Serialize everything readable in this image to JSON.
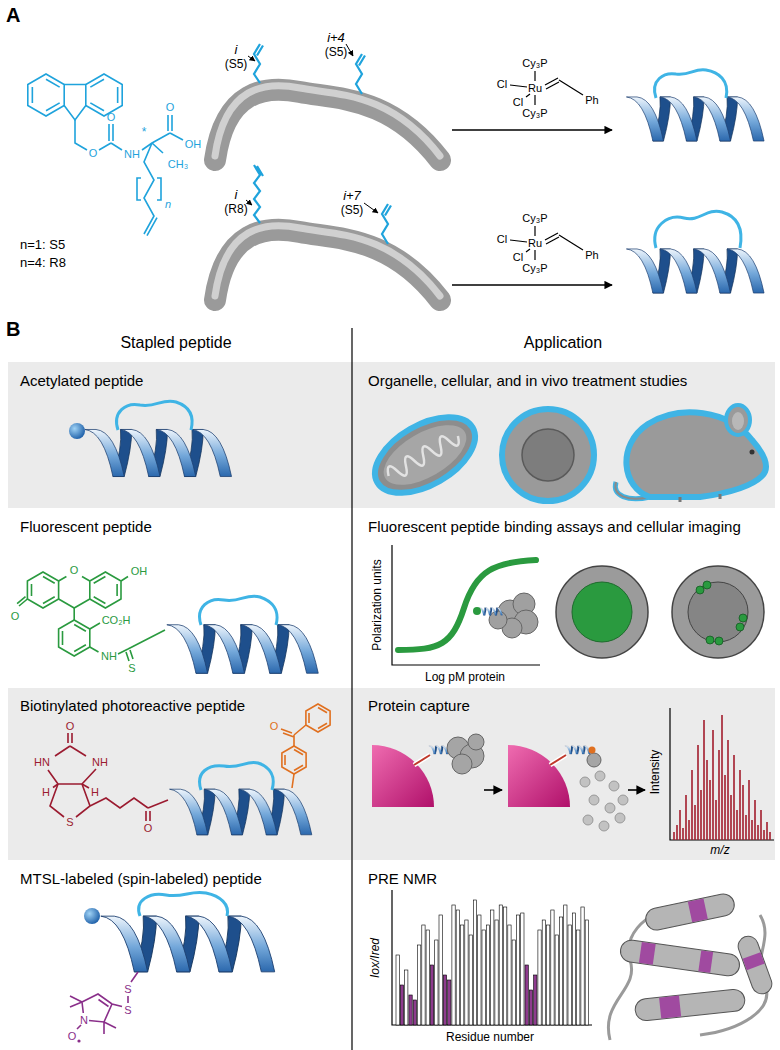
{
  "diagram": {
    "nodes": [
      {
        "text": [
          "Acetylated peptide",
          "Organelle, cellular, and in vivo treatment studies"
        ]
      },
      {
        "text": [
          "Biotinylated photoreactive peptide",
          "Protein capture"
        ]
      }
    ],
    "labels": [
      "A",
      "O",
      "O",
      "NH",
      "*",
      "O",
      "OH",
      "CH₃",
      "n",
      "n=1: S5",
      "n=4: R8",
      "i",
      "(S5)",
      "i+4",
      "(S5)",
      "Cy₃P",
      "Cl",
      "Ru",
      "Cl",
      "Ph",
      "Cy₃P",
      "i",
      "(R8)",
      "i+7",
      "(S5)",
      "Cy₃P",
      "Cl",
      "Ru",
      "Cl",
      "Ph",
      "Cy₃P",
      "B",
      "Stapled peptide",
      "Application",
      "Fluorescent peptide",
      "Fluorescent peptide binding assays and cellular imaging",
      "OH",
      "O",
      "O",
      "CO₂H",
      "NH",
      "S",
      "Polarization units",
      "Log pM protein",
      "O",
      "HN",
      "NH",
      "H",
      "H",
      "S",
      "O",
      "O",
      "Intensity",
      "m/z",
      "MTSL-labeled (spin-labeled) peptide",
      "PRE NMR",
      "S",
      "S",
      "N",
      "O",
      "Iox/Ired",
      "Residue number"
    ]
  }
}
